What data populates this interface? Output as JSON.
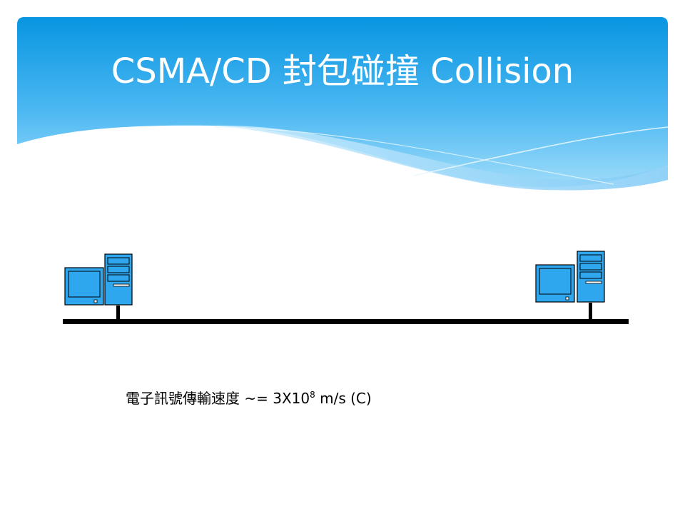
{
  "slide": {
    "title": "CSMA/CD 封包碰撞 Collision",
    "caption": {
      "prefix": "電子訊號傳輸速度 ~= 3X10",
      "exponent": "8",
      "suffix": " m/s (C)"
    }
  },
  "diagram": {
    "nodes": [
      {
        "id": "left-computer",
        "icon": "desktop-computer-icon"
      },
      {
        "id": "right-computer",
        "icon": "desktop-computer-icon"
      }
    ],
    "edges": [
      {
        "from": "left-computer",
        "to": "right-computer",
        "type": "bus-cable"
      }
    ]
  },
  "colors": {
    "banner_top": "#0a97e2",
    "banner_bottom": "#8fd3f8",
    "device_fill": "#2ea7ee",
    "cable": "#000000",
    "title_text": "#ffffff"
  }
}
